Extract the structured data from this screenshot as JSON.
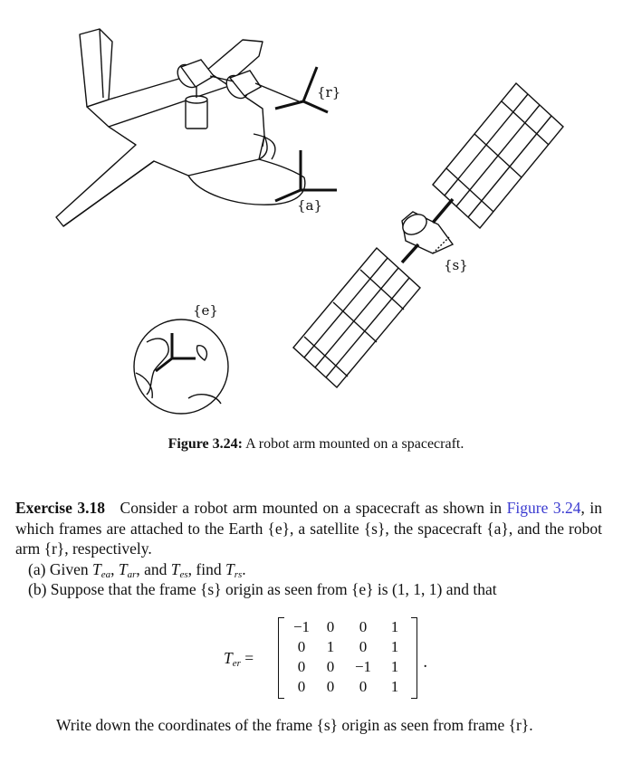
{
  "figure": {
    "labels": {
      "r": "{r}",
      "a": "{a}",
      "s": "{s}",
      "e": "{e}"
    },
    "caption_label": "Figure 3.24:",
    "caption_text": "A robot arm mounted on a spacecraft."
  },
  "exercise": {
    "heading": "Exercise 3.18",
    "intro_1": "Consider a robot arm mounted on a spacecraft as shown in",
    "figure_ref": "Figure 3.24",
    "intro_2": ", in which frames are attached to the Earth {e}, a satellite {s}, the spacecraft {a}, and the robot arm {r}, respectively.",
    "part_a_label": "(a)",
    "part_a_text_1": "Given",
    "part_a_text_2": "and",
    "part_a_text_3": "find",
    "part_b_label": "(b)",
    "part_b_text": "Suppose that the frame {s} origin as seen from {e} is (1, 1, 1) and that",
    "matrix_lhs": "T",
    "matrix_lhs_sub": "er",
    "matrix": [
      [
        "−1",
        "0",
        "0",
        "1"
      ],
      [
        "0",
        "1",
        "0",
        "1"
      ],
      [
        "0",
        "0",
        "−1",
        "1"
      ],
      [
        "0",
        "0",
        "0",
        "1"
      ]
    ],
    "final_text": "Write down the coordinates of the frame {s} origin as seen from frame {r}."
  }
}
